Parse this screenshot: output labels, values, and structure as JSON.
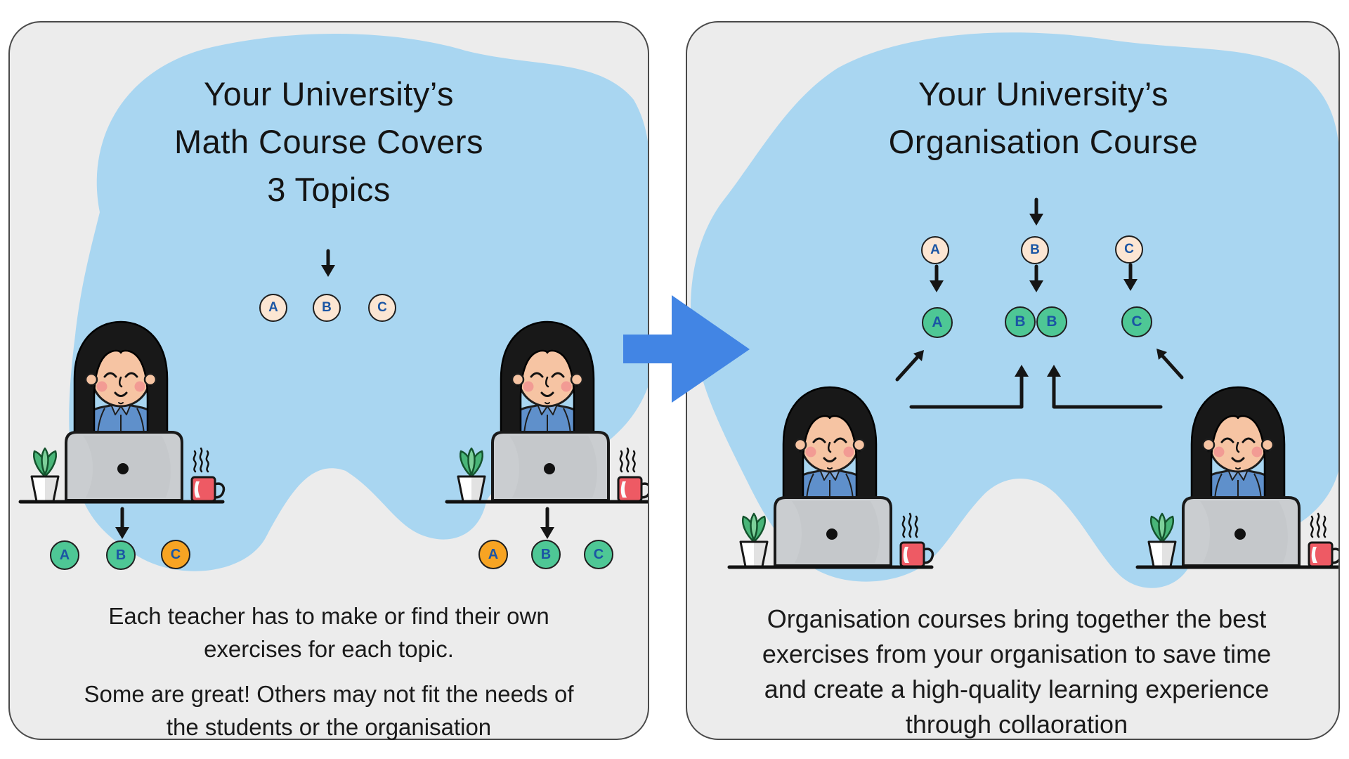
{
  "colors": {
    "panel_bg": "#ECECEC",
    "panel_border": "#4A4A4A",
    "blob_blue": "#A9D6F1",
    "big_arrow_blue": "#4285E4",
    "topic_neutral": "#FCE6D3",
    "topic_good": "#4EC795",
    "topic_flawed": "#F7A423",
    "topic_letter": "#1B55A4"
  },
  "left_panel": {
    "title_lines": [
      "Your University’s",
      "Math Course Covers",
      "3 Topics"
    ],
    "course_topics": [
      "A",
      "B",
      "C"
    ],
    "teachers": [
      {
        "topics": [
          {
            "label": "A",
            "quality": "good"
          },
          {
            "label": "B",
            "quality": "good"
          },
          {
            "label": "C",
            "quality": "flawed"
          }
        ]
      },
      {
        "topics": [
          {
            "label": "A",
            "quality": "flawed"
          },
          {
            "label": "B",
            "quality": "good"
          },
          {
            "label": "C",
            "quality": "good"
          }
        ]
      }
    ],
    "caption1_lines": [
      "Each teacher has to make or find their own",
      "exercises for each topic."
    ],
    "caption2_lines": [
      "Some are great! Others may not fit the needs of",
      "the students or the organisation"
    ]
  },
  "right_panel": {
    "title_lines": [
      "Your University’s",
      "Organisation Course"
    ],
    "source_topics": [
      "A",
      "B",
      "C"
    ],
    "merged_topics": [
      "A",
      "B",
      "B",
      "C"
    ],
    "caption_lines": [
      "Organisation courses bring together the best",
      "exercises from your organisation to save time",
      "and create a high-quality learning experience",
      "through collaoration"
    ]
  }
}
